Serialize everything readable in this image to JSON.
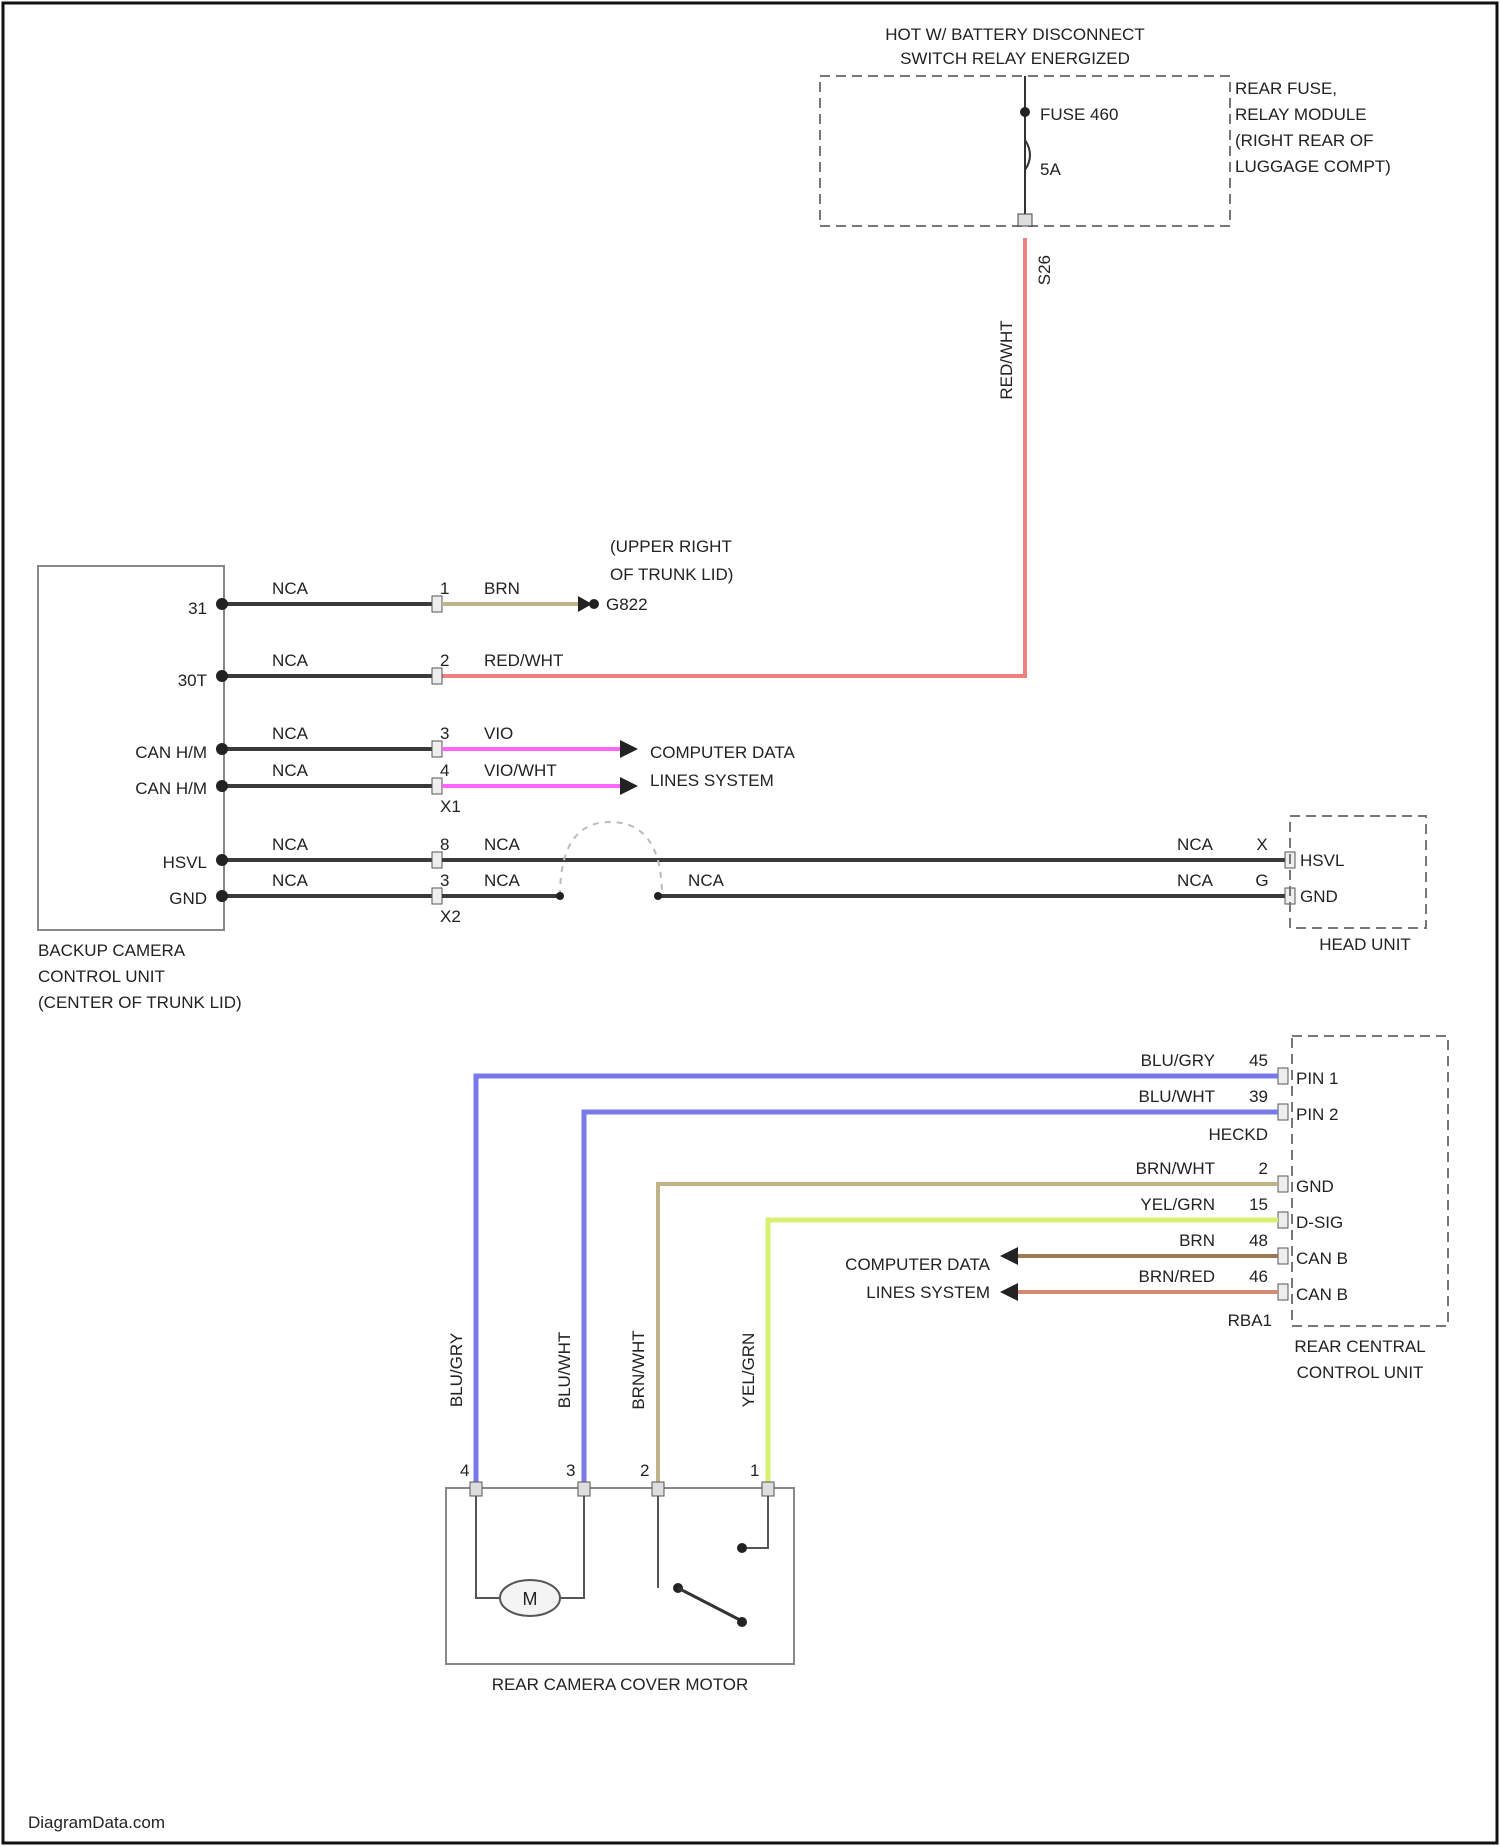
{
  "colors": {
    "frame": "#111111",
    "wire_black": "#3a3a3a",
    "red_wht": "#f08080",
    "violet": "#ff66ff",
    "blue": "#7777ee",
    "tan": "#bfb38a",
    "yellow_green": "#d6f070",
    "brn": "#9c7a55",
    "brn_red": "#d48a70",
    "dashed": "#777777"
  },
  "power": {
    "header_line1": "HOT W/ BATTERY DISCONNECT",
    "header_line2": "SWITCH RELAY ENERGIZED",
    "fuse_label": "FUSE 460",
    "fuse_amp": "5A",
    "module_lines": [
      "REAR FUSE,",
      "RELAY MODULE",
      "(RIGHT REAR OF",
      "LUGGAGE COMPT)"
    ],
    "pin": "S26",
    "wire_color": "RED/WHT"
  },
  "ground": {
    "location_line1": "(UPPER RIGHT",
    "location_line2": "OF TRUNK LID)",
    "id": "G822"
  },
  "camera_unit": {
    "pins": [
      "31",
      "30T",
      "CAN H/M",
      "CAN H/M",
      "HSVL",
      "GND"
    ],
    "name_lines": [
      "BACKUP CAMERA",
      "CONTROL UNIT",
      "(CENTER OF TRUNK LID)"
    ],
    "wire_labels": [
      "NCA",
      "NCA",
      "NCA",
      "NCA",
      "NCA",
      "NCA"
    ],
    "connector1": "X1",
    "connector2": "X2",
    "conn_pins": [
      "1",
      "2",
      "3",
      "4",
      "8",
      "3"
    ],
    "conn_colors": [
      "BRN",
      "RED/WHT",
      "VIO",
      "VIO/WHT",
      "NCA",
      "NCA"
    ]
  },
  "computer_data": {
    "line1": "COMPUTER DATA",
    "line2": "LINES SYSTEM"
  },
  "head_unit": {
    "name": "HEAD UNIT",
    "pins": [
      "HSVL",
      "GND"
    ],
    "pin_numbers": [
      "X",
      "G"
    ],
    "wire_labels": [
      "NCA",
      "NCA"
    ],
    "mid_label": "NCA"
  },
  "rear_central": {
    "name_lines": [
      "REAR CENTRAL",
      "CONTROL UNIT"
    ],
    "pins": [
      "PIN 1",
      "PIN 2",
      "GND",
      "D-SIG",
      "CAN B",
      "CAN B"
    ],
    "pin_numbers": [
      "45",
      "39",
      "2",
      "15",
      "48",
      "46"
    ],
    "wire_colors": [
      "BLU/GRY",
      "BLU/WHT",
      "BRN/WHT",
      "YEL/GRN",
      "BRN",
      "BRN/RED"
    ],
    "connector_a": "HECKD",
    "connector_b": "RBA1"
  },
  "motor": {
    "name": "REAR CAMERA COVER MOTOR",
    "symbol": "M",
    "pin_numbers": [
      "4",
      "3",
      "2",
      "1"
    ],
    "wire_colors": [
      "BLU/GRY",
      "BLU/WHT",
      "BRN/WHT",
      "YEL/GRN"
    ]
  },
  "watermark": "DiagramData.com"
}
